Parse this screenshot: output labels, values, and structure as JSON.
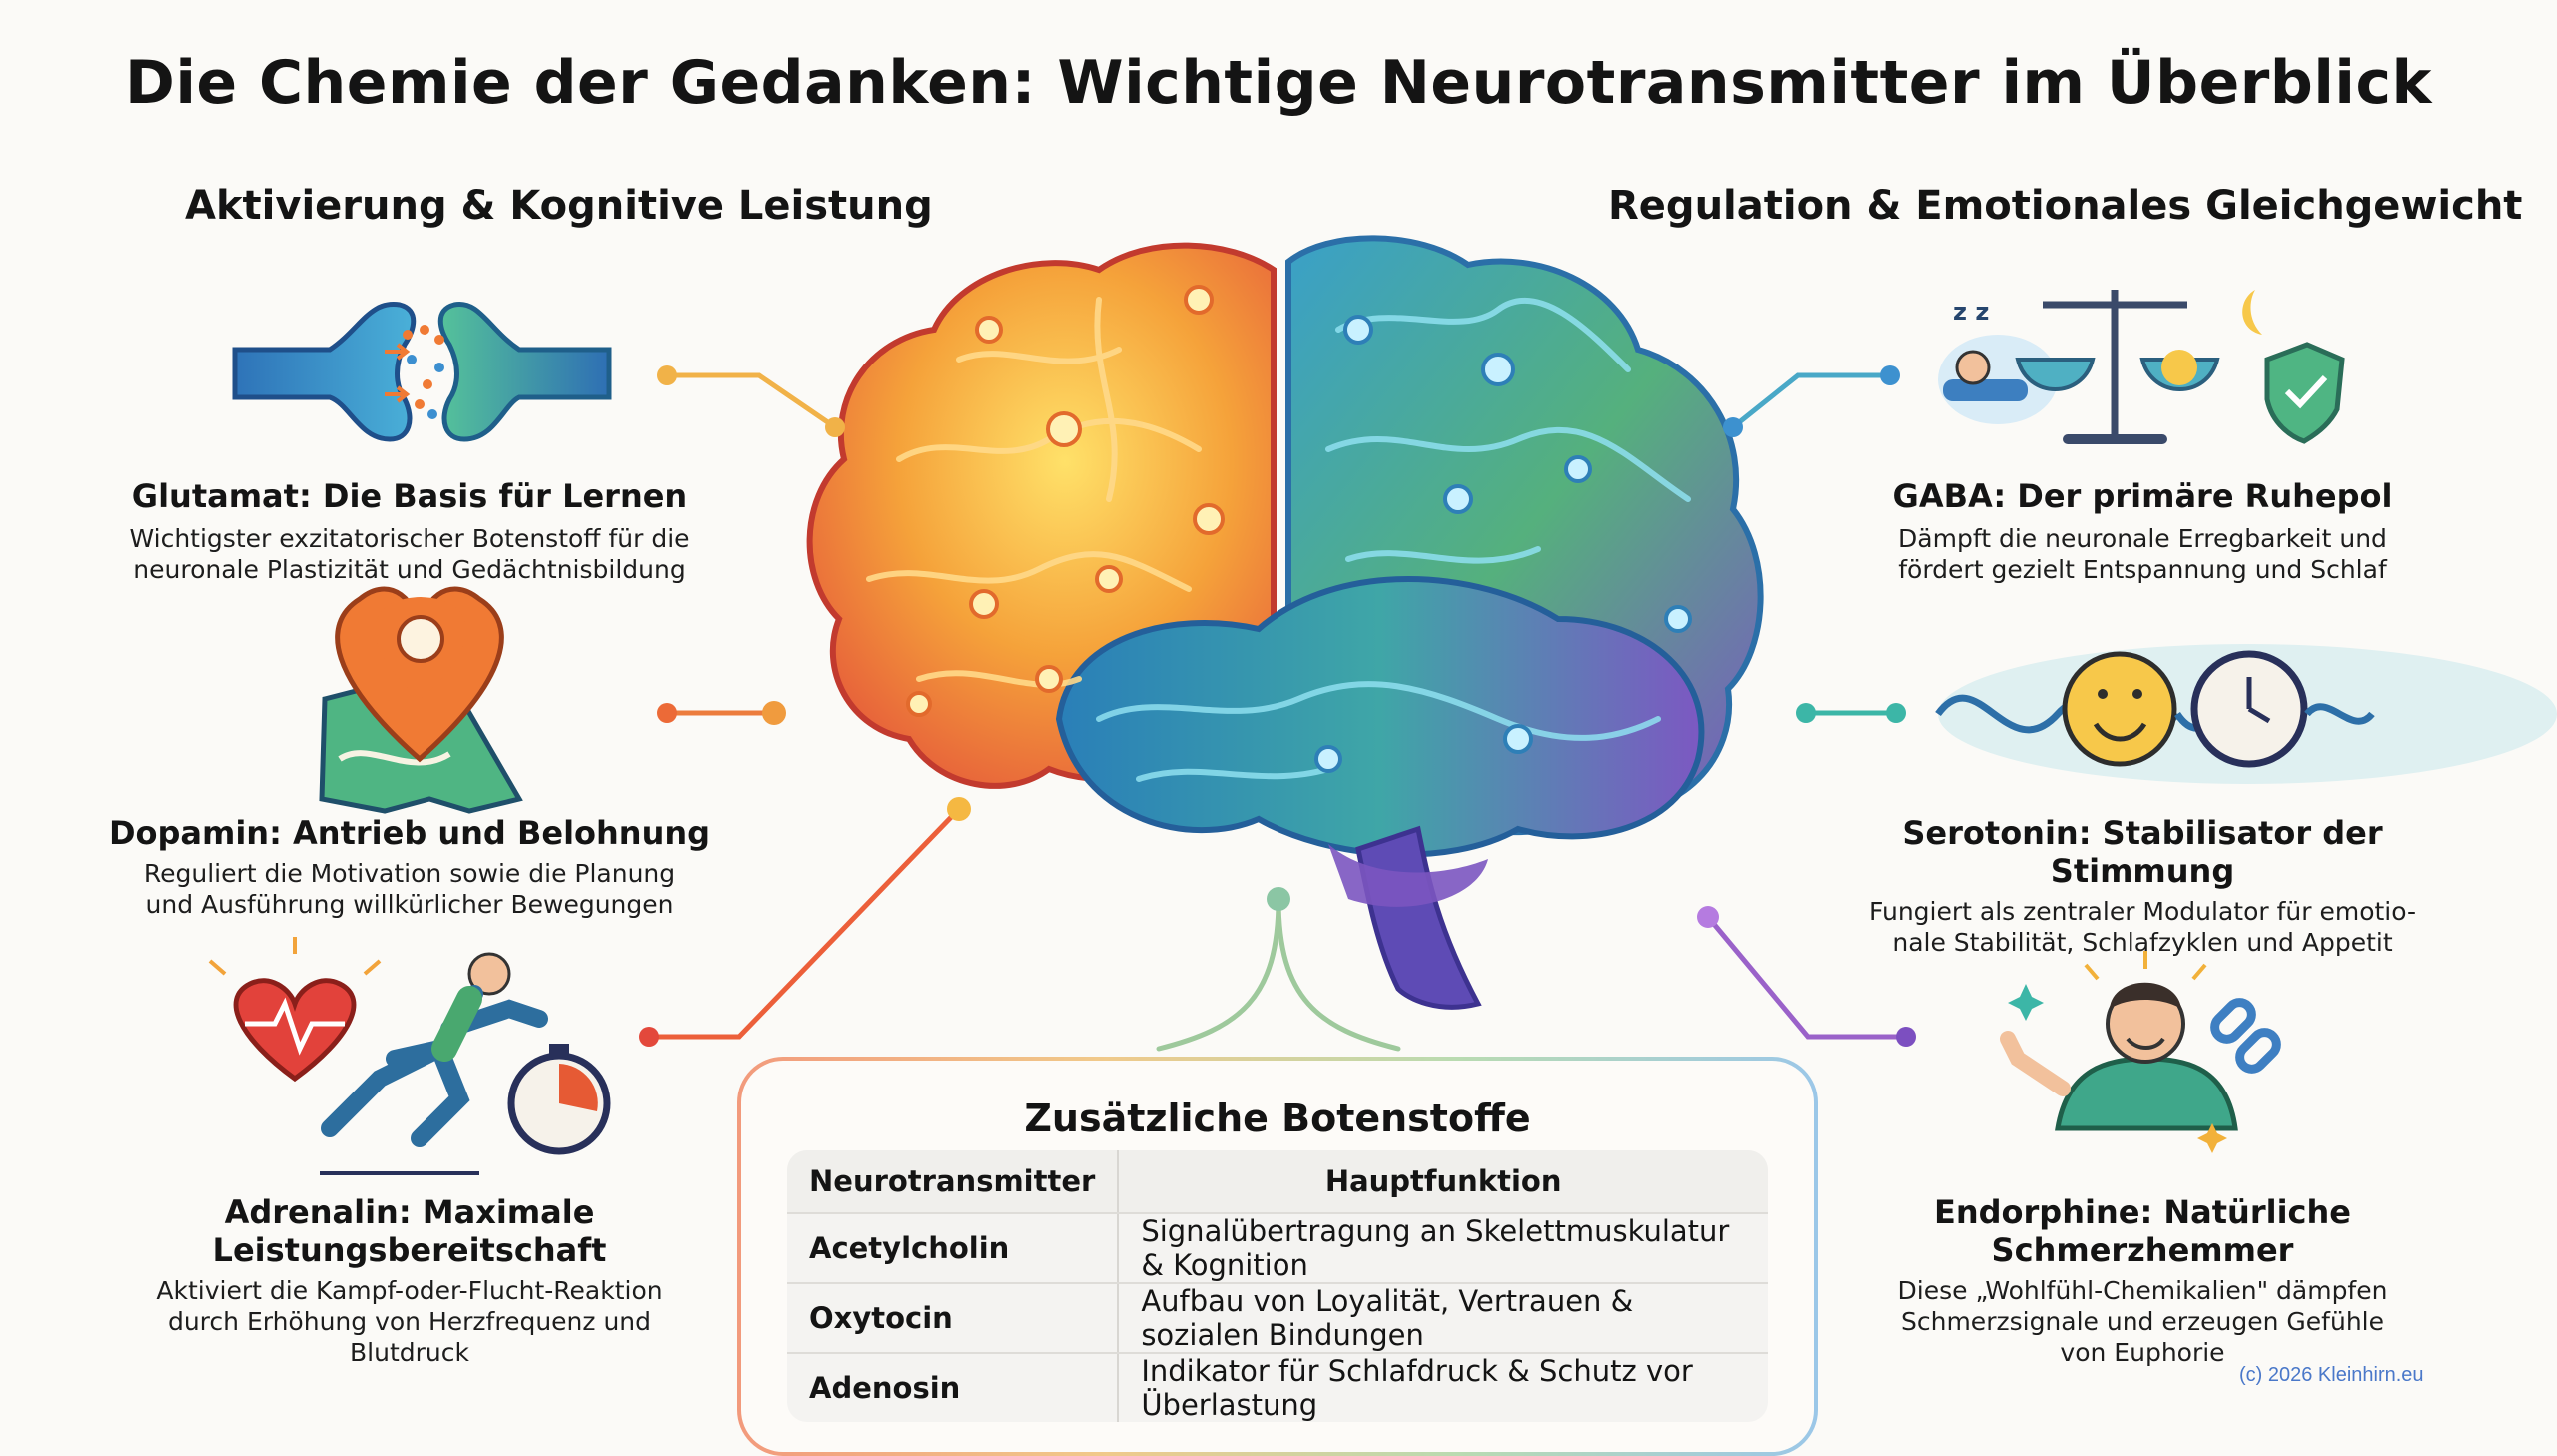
{
  "title": "Die Chemie der Gedanken: Wichtige Neurotransmitter im Überblick",
  "left_section": {
    "heading": "Aktivierung & Kognitive Leistung",
    "items": [
      {
        "title": "Glutamat: Die Basis für Lernen",
        "desc_lines": [
          "Wichtigster exzitatorischer Botenstoff für die",
          "neuronale Plastizität und Gedächtnisbildung"
        ],
        "icon": "synapse-icon"
      },
      {
        "title": "Dopamin: Antrieb und Belohnung",
        "desc_lines": [
          "Reguliert die Motivation sowie die Planung",
          "und Ausführung willkürlicher Bewegungen"
        ],
        "icon": "map-pin-icon"
      },
      {
        "title_lines": [
          "Adrenalin: Maximale",
          "Leistungsbereitschaft"
        ],
        "desc_lines": [
          "Aktiviert die Kampf-oder-Flucht-Reaktion",
          "durch Erhöhung von Herzfrequenz und",
          "Blutdruck"
        ],
        "icon": "runner-heart-stopwatch-icon"
      }
    ]
  },
  "right_section": {
    "heading": "Regulation & Emotionales Gleichgewicht",
    "items": [
      {
        "title": "GABA: Der primäre Ruhepol",
        "desc_lines": [
          "Dämpft die neuronale Erregbarkeit und",
          "fördert gezielt Entspannung und Schlaf"
        ],
        "icon": "balance-sleep-shield-icon"
      },
      {
        "title": "Serotonin: Stabilisator der Stimmung",
        "desc_lines": [
          "Fungiert als zentraler Modulator für emotio-",
          "nale Stabilität, Schlafzyklen und Appetit"
        ],
        "icon": "smiley-wave-clock-icon"
      },
      {
        "title_lines": [
          "Endorphine: Natürliche",
          "Schmerzhemmer"
        ],
        "desc_lines": [
          "Diese „Wohlfühl-Chemikalien\" dämpfen",
          "Schmerzsignale und erzeugen Gefühle",
          "von Euphorie"
        ],
        "icon": "happy-person-chain-icon"
      }
    ]
  },
  "table": {
    "title": "Zusätzliche Botenstoffe",
    "headers": [
      "Neurotransmitter",
      "Hauptfunktion"
    ],
    "rows": [
      [
        "Acetylcholin",
        "Signalübertragung an Skelettmuskulatur & Kognition"
      ],
      [
        "Oxytocin",
        "Aufbau von Loyalität, Vertrauen & sozialen Bindungen"
      ],
      [
        "Adenosin",
        "Indikator für Schlafdruck & Schutz vor Überlastung"
      ]
    ]
  },
  "copyright": "(c) 2026 Kleinhirn.eu",
  "colors": {
    "warm_start": "#f5b335",
    "warm_end": "#e8453c",
    "cool_start": "#2f8fd6",
    "cool_end": "#7e4fc0",
    "green": "#4fb07a"
  }
}
